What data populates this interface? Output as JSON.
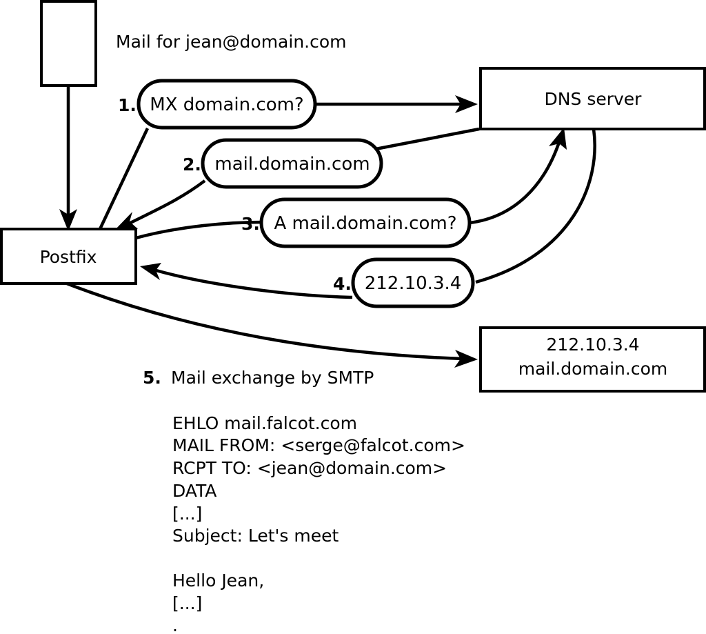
{
  "diagram": {
    "title_note": "Mail for jean@domain.com",
    "nodes": [
      {
        "id": "sender-host",
        "label": ""
      },
      {
        "id": "postfix",
        "label": "Postfix"
      },
      {
        "id": "dns-server",
        "label": "DNS server"
      },
      {
        "id": "mail-server",
        "label_line1": "212.10.3.4",
        "label_line2": "mail.domain.com"
      }
    ],
    "steps": [
      {
        "number": "1.",
        "message": "MX domain.com?"
      },
      {
        "number": "2.",
        "message": "mail.domain.com"
      },
      {
        "number": "3.",
        "message": "A mail.domain.com?"
      },
      {
        "number": "4.",
        "message": "212.10.3.4"
      }
    ],
    "step5": {
      "number": "5.",
      "caption": "Mail exchange by SMTP"
    },
    "smtp_transcript": [
      "EHLO mail.falcot.com",
      "MAIL FROM: <serge@falcot.com>",
      "RCPT TO: <jean@domain.com>",
      "DATA",
      "[...]",
      "Subject: Let's meet",
      "",
      "Hello Jean,",
      "[...]",
      "",
      "."
    ],
    "colors": {
      "background": "#ffffff",
      "stroke": "#000000",
      "text": "#000000"
    }
  }
}
